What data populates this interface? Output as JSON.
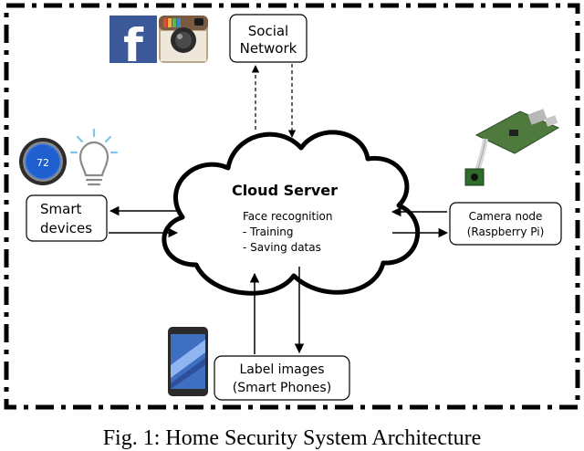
{
  "cloud": {
    "title": "Cloud Server",
    "line1": "Face recognition",
    "line2": "- Training",
    "line3": "- Saving datas"
  },
  "social": {
    "line1": "Social",
    "line2": "Network"
  },
  "smart_devices": {
    "line1": "Smart",
    "line2": "devices"
  },
  "camera_node": {
    "line1": "Camera node",
    "line2": "(Raspberry Pi)"
  },
  "label_images": {
    "line1": "Label images",
    "line2": "(Smart Phones)"
  },
  "thermostat": {
    "reading": "72"
  },
  "logos": {
    "facebook": "f"
  },
  "caption": "Fig. 1: Home Security System Architecture",
  "icons": [
    "facebook-logo-icon",
    "instagram-logo-icon",
    "thermostat-icon",
    "lightbulb-icon",
    "raspberry-pi-camera-icon",
    "smartphone-icon"
  ],
  "colors": {
    "facebook": "#3b5998",
    "thermostat_screen": "#1f5fd0",
    "bulb": "#7fc4e8"
  }
}
